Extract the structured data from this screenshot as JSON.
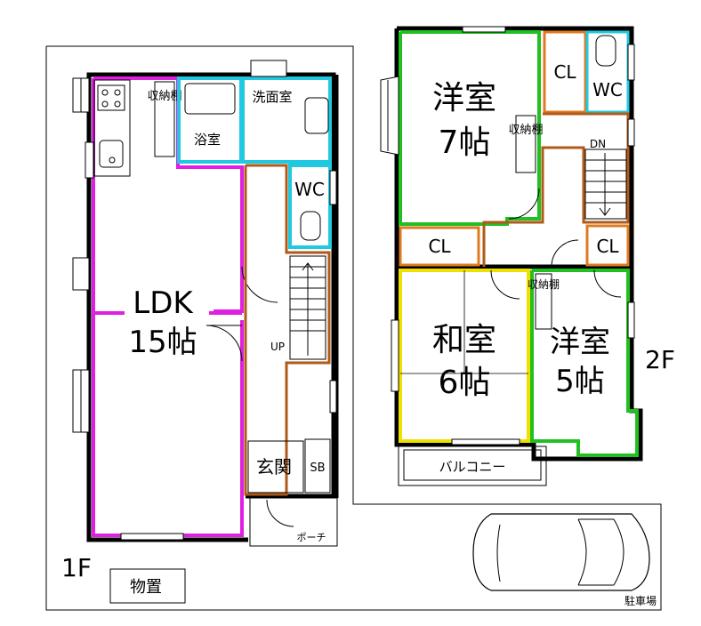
{
  "floor1": {
    "floor_label": "1F",
    "ldk": {
      "name": "LDK",
      "size": "15帖"
    },
    "storage_shelf": "収納棚",
    "bath": "浴室",
    "washroom": "洗面室",
    "wc": "WC",
    "stairs_up": "UP",
    "entrance": "玄関",
    "shoe_box": "SB",
    "porch": "ポーチ",
    "shed": "物置",
    "parking": "駐車場"
  },
  "floor2": {
    "floor_label": "2F",
    "western_room_7": {
      "name": "洋室",
      "size": "7帖"
    },
    "storage_shelf_a": "収納棚",
    "closet_top": "CL",
    "wc": "WC",
    "stairs_down": "DN",
    "closet_left": "CL",
    "closet_right": "CL",
    "japanese_room_6": {
      "name": "和室",
      "size": "6帖"
    },
    "western_room_5": {
      "name": "洋室",
      "size": "5帖"
    },
    "storage_shelf_b": "収納棚",
    "balcony": "バルコニー"
  },
  "colors": {
    "ldk_outline": "#e020e0",
    "wet_area_outline": "#20c8e0",
    "hall_outline": "#b05a1a",
    "closet_outline": "#e07a20",
    "western_room_outline": "#20c020",
    "japanese_room_outline": "#f0e000",
    "wall": "#000000"
  }
}
